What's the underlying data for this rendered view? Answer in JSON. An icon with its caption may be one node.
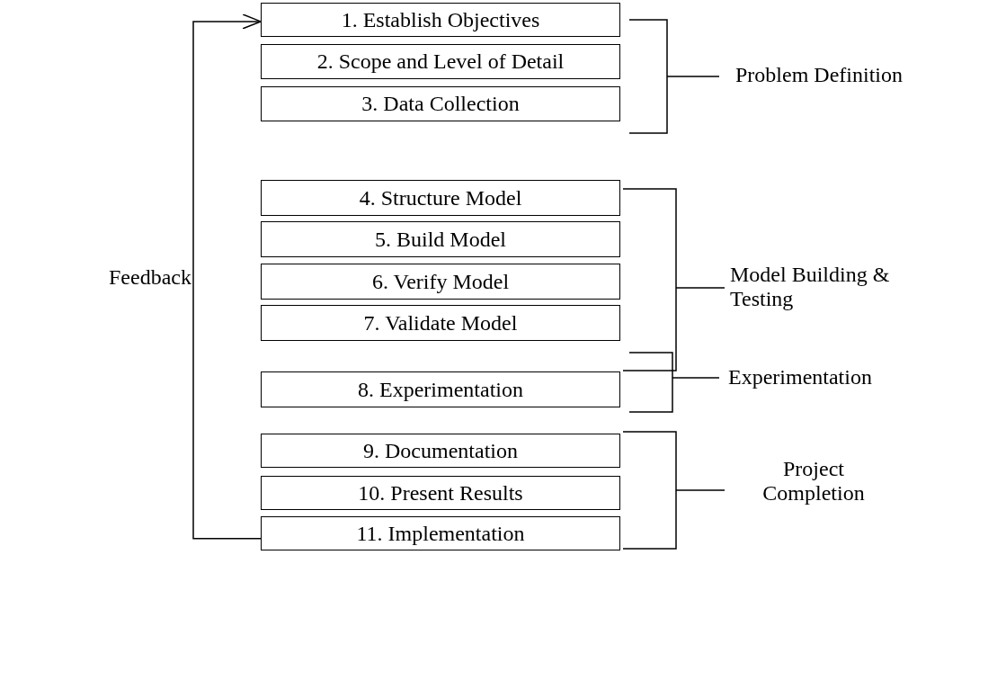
{
  "diagram": {
    "nodes": [
      {
        "text": [
          "1. Establish Objectives"
        ]
      },
      {
        "text": [
          "2. Scope and Level of Detail"
        ]
      },
      {
        "text": [
          "3. Data Collection"
        ]
      },
      {
        "text": [
          "4. Structure Model"
        ]
      },
      {
        "text": [
          "5. Build Model"
        ]
      },
      {
        "text": [
          "6. Verify Model"
        ]
      },
      {
        "text": [
          "7. Validate Model"
        ]
      },
      {
        "text": [
          "8. Experimentation"
        ]
      },
      {
        "text": [
          "9. Documentation"
        ]
      },
      {
        "text": [
          "10. Present Results"
        ]
      },
      {
        "text": [
          "11. Implementation"
        ]
      }
    ],
    "edges": [
      {
        "from": 10,
        "to": 0,
        "arrow": "to",
        "label": "Feedback"
      }
    ],
    "labels": [
      "Problem Definition",
      "Model Building & Testing",
      "Experimentation",
      "Project Completion"
    ]
  }
}
